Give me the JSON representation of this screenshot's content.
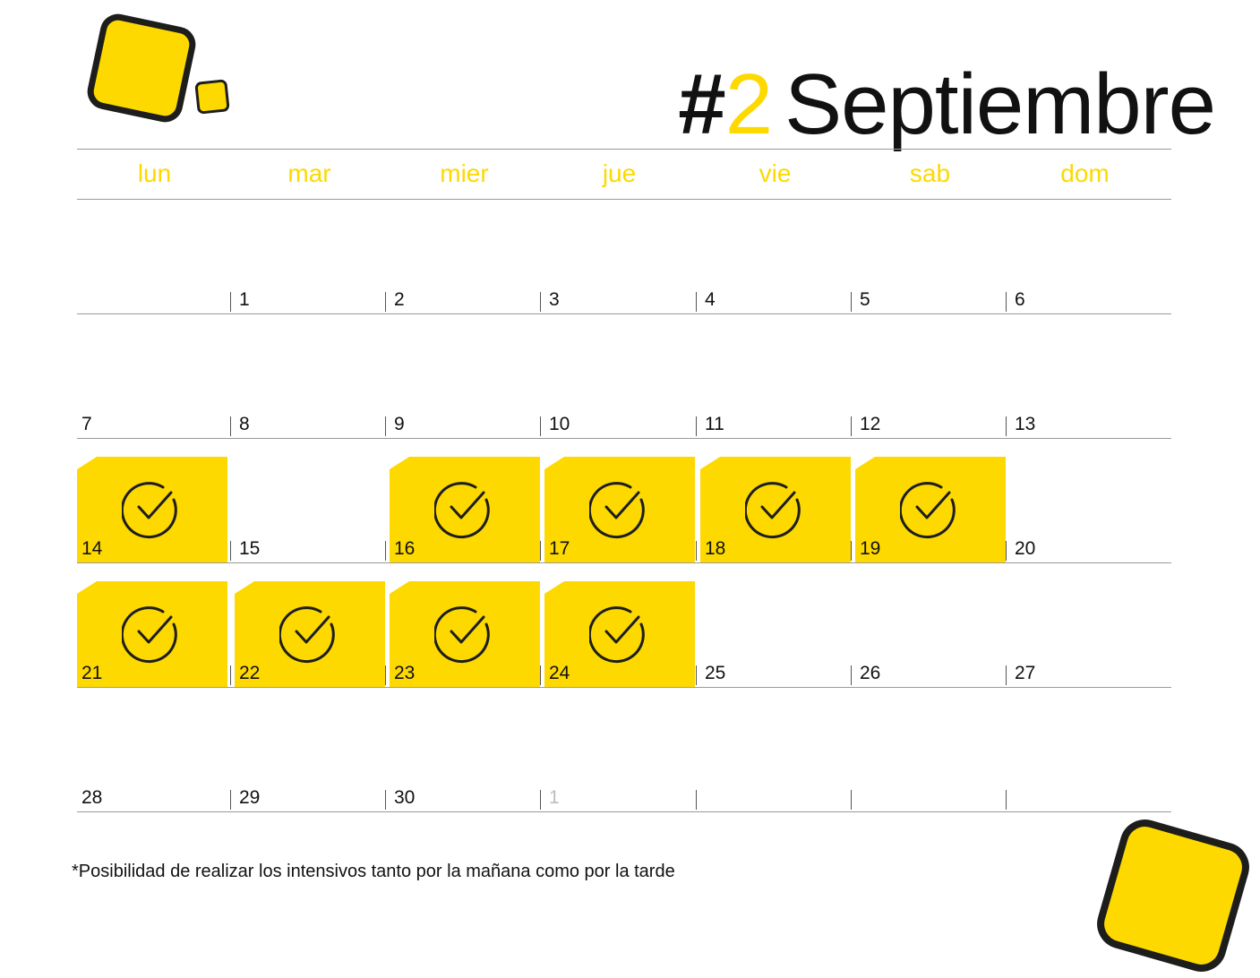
{
  "header": {
    "hash": "#",
    "number": "2",
    "month": "Septiembre"
  },
  "weekdays": [
    "lun",
    "mar",
    "mier",
    "jue",
    "vie",
    "sab",
    "dom"
  ],
  "weeks": [
    [
      {
        "label": "",
        "mark": false,
        "muted": false,
        "sep": false
      },
      {
        "label": "1",
        "mark": false,
        "muted": false,
        "sep": true
      },
      {
        "label": "2",
        "mark": false,
        "muted": false,
        "sep": true
      },
      {
        "label": "3",
        "mark": false,
        "muted": false,
        "sep": true
      },
      {
        "label": "4",
        "mark": false,
        "muted": false,
        "sep": true
      },
      {
        "label": "5",
        "mark": false,
        "muted": false,
        "sep": true
      },
      {
        "label": "6",
        "mark": false,
        "muted": false,
        "sep": true
      }
    ],
    [
      {
        "label": "7",
        "mark": false,
        "muted": false,
        "sep": false
      },
      {
        "label": "8",
        "mark": false,
        "muted": false,
        "sep": true
      },
      {
        "label": "9",
        "mark": false,
        "muted": false,
        "sep": true
      },
      {
        "label": "10",
        "mark": false,
        "muted": false,
        "sep": true
      },
      {
        "label": "11",
        "mark": false,
        "muted": false,
        "sep": true
      },
      {
        "label": "12",
        "mark": false,
        "muted": false,
        "sep": true
      },
      {
        "label": "13",
        "mark": false,
        "muted": false,
        "sep": true
      }
    ],
    [
      {
        "label": "14",
        "mark": true,
        "muted": false,
        "sep": false
      },
      {
        "label": "15",
        "mark": false,
        "muted": false,
        "sep": true
      },
      {
        "label": "16",
        "mark": true,
        "muted": false,
        "sep": true
      },
      {
        "label": "17",
        "mark": true,
        "muted": false,
        "sep": true
      },
      {
        "label": "18",
        "mark": true,
        "muted": false,
        "sep": true
      },
      {
        "label": "19",
        "mark": true,
        "muted": false,
        "sep": true
      },
      {
        "label": "20",
        "mark": false,
        "muted": false,
        "sep": true
      }
    ],
    [
      {
        "label": "21",
        "mark": true,
        "muted": false,
        "sep": false
      },
      {
        "label": "22",
        "mark": true,
        "muted": false,
        "sep": true
      },
      {
        "label": "23",
        "mark": true,
        "muted": false,
        "sep": true
      },
      {
        "label": "24",
        "mark": true,
        "muted": false,
        "sep": true
      },
      {
        "label": "25",
        "mark": false,
        "muted": false,
        "sep": true
      },
      {
        "label": "26",
        "mark": false,
        "muted": false,
        "sep": true
      },
      {
        "label": "27",
        "mark": false,
        "muted": false,
        "sep": true
      }
    ],
    [
      {
        "label": "28",
        "mark": false,
        "muted": false,
        "sep": false
      },
      {
        "label": "29",
        "mark": false,
        "muted": false,
        "sep": true
      },
      {
        "label": "30",
        "mark": false,
        "muted": false,
        "sep": true
      },
      {
        "label": "1",
        "mark": false,
        "muted": true,
        "sep": true
      },
      {
        "label": "",
        "mark": false,
        "muted": false,
        "sep": true
      },
      {
        "label": "",
        "mark": false,
        "muted": false,
        "sep": true
      },
      {
        "label": "",
        "mark": false,
        "muted": false,
        "sep": true
      }
    ]
  ],
  "footnote": "*Posibilidad de realizar los intensivos tanto por la mañana como por la tarde",
  "colors": {
    "accent": "#fdd900",
    "text": "#111111",
    "muted": "#bdbdbd"
  },
  "icons": {
    "day_mark": "check-circle-icon"
  }
}
